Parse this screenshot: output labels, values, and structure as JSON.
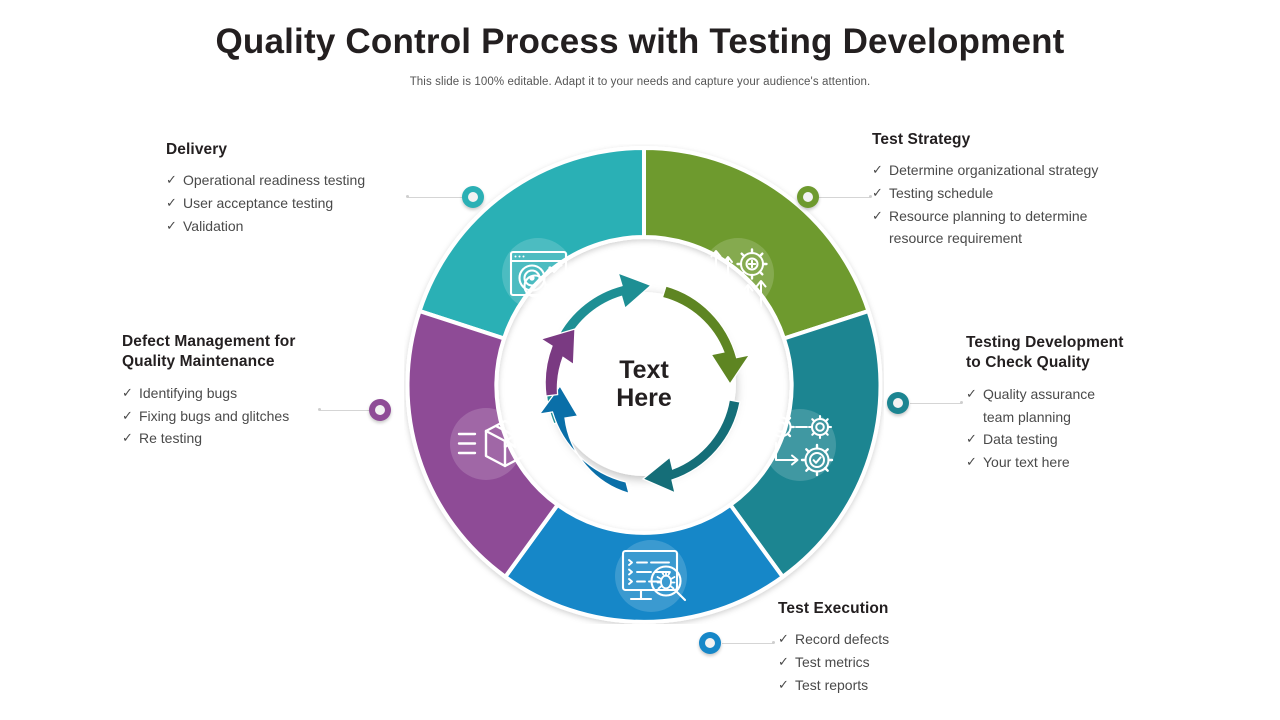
{
  "header": {
    "title": "Quality Control Process with Testing Development",
    "subtitle": "This slide is 100% editable. Adapt it to your needs and capture  your audience's attention."
  },
  "center": {
    "line1": "Text",
    "line2": "Here"
  },
  "colors": {
    "teal_light": "#2BB0B5",
    "green_olive": "#6E9A2E",
    "teal_dark": "#1C8591",
    "blue": "#1687C8",
    "purple": "#8E4C96",
    "title_text": "#231f20",
    "body_text": "#4a4a4a"
  },
  "segments": [
    {
      "key": "delivery",
      "label": "Delivery",
      "color": "#2BB0B5",
      "icon": "analytics-target-icon"
    },
    {
      "key": "strategy",
      "label": "Test Strategy",
      "color": "#6E9A2E",
      "icon": "gears-arrows-up-icon"
    },
    {
      "key": "testdev",
      "label": "Testing Development to Check Quality",
      "color": "#1C8591",
      "icon": "gears-workflow-check-icon"
    },
    {
      "key": "execution",
      "label": "Test Execution",
      "color": "#1687C8",
      "icon": "monitor-bug-search-icon"
    },
    {
      "key": "defect",
      "label": "Defect Management for Quality Maintenance",
      "color": "#8E4C96",
      "icon": "package-box-icon"
    }
  ],
  "blocks": {
    "delivery": {
      "heading": "Delivery",
      "items": [
        "Operational readiness testing",
        "User acceptance testing",
        "Validation"
      ]
    },
    "defect": {
      "heading_line1": "Defect Management for",
      "heading_line2": "Quality Maintenance",
      "items": [
        "Identifying bugs",
        "Fixing bugs and glitches",
        "Re testing"
      ]
    },
    "strategy": {
      "heading": "Test Strategy",
      "items": [
        "Determine organizational strategy",
        "Testing schedule",
        "Resource planning to determine"
      ],
      "item3_cont": "resource requirement"
    },
    "testdev": {
      "heading_line1": "Testing Development",
      "heading_line2": "to Check Quality",
      "items": [
        "Quality assurance",
        "Data testing",
        "Your text here"
      ],
      "item1_cont": "team planning"
    },
    "execution": {
      "heading": "Test Execution",
      "items": [
        "Record defects",
        "Test metrics",
        "Test reports"
      ]
    }
  },
  "tick": "✓"
}
